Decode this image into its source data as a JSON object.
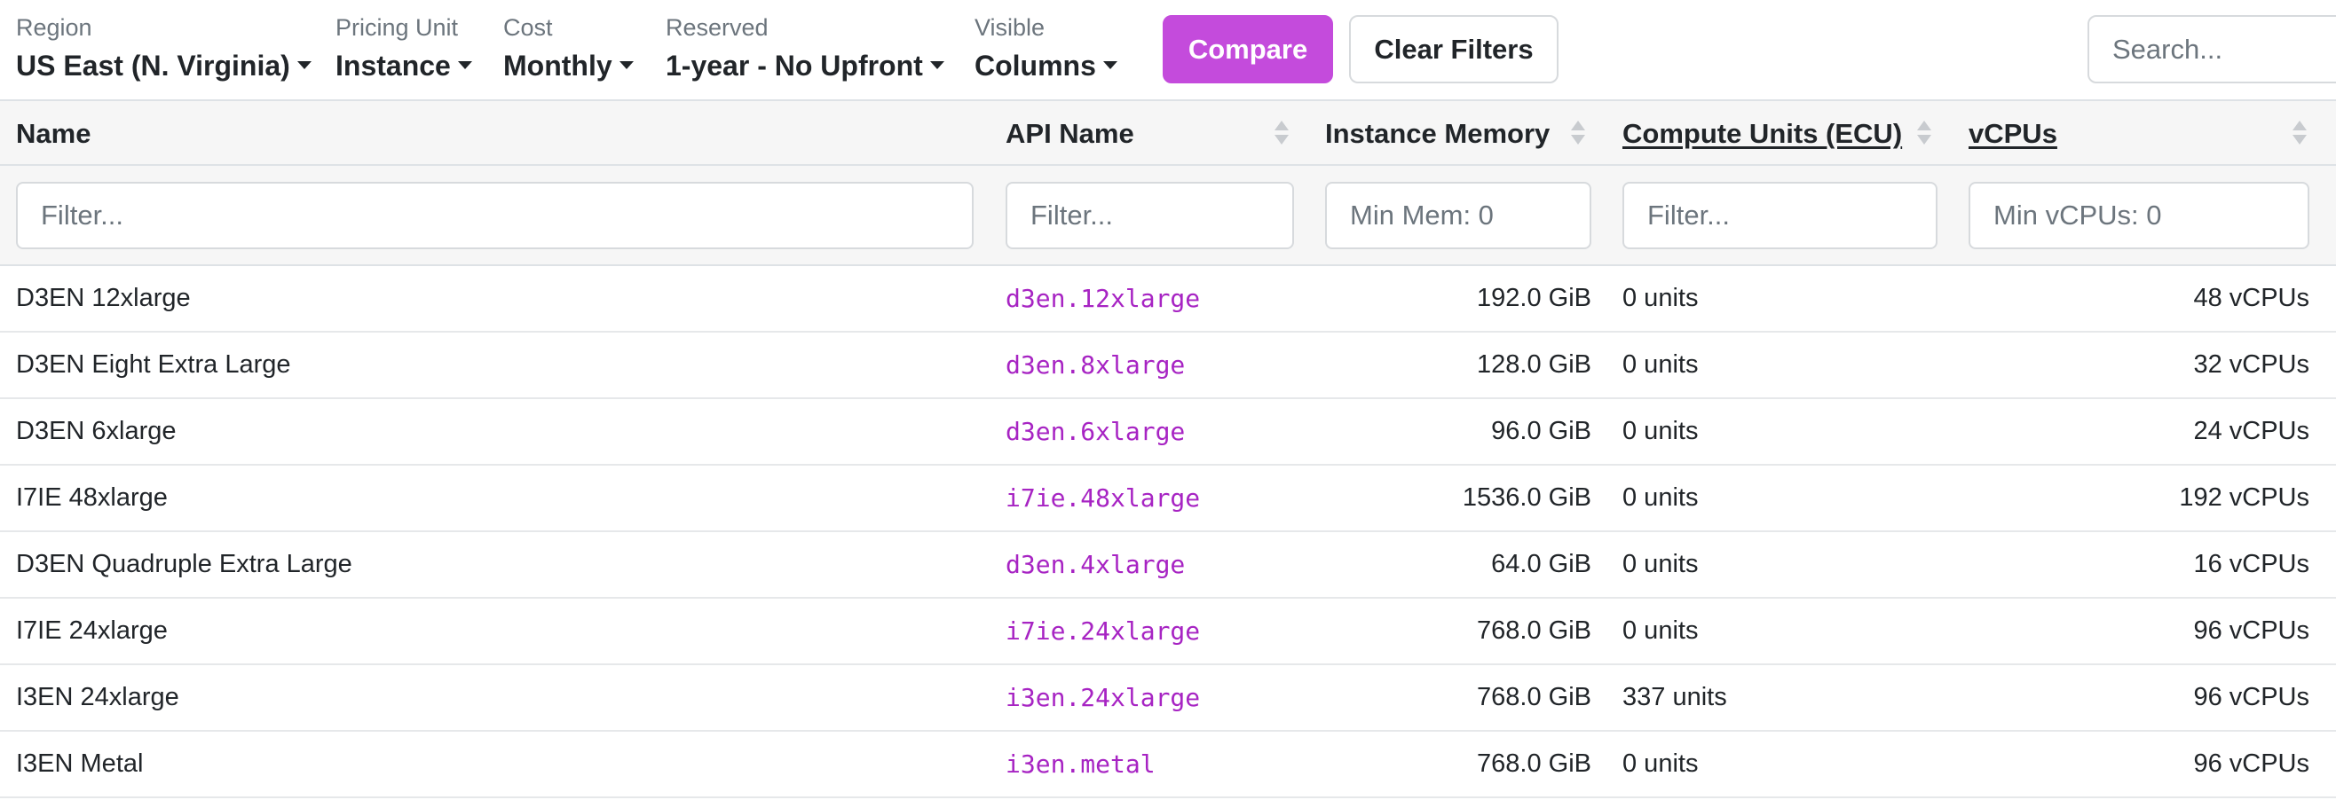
{
  "toolbar": {
    "filters": [
      {
        "label": "Region",
        "value": "US East (N. Virginia)"
      },
      {
        "label": "Pricing Unit",
        "value": "Instance"
      },
      {
        "label": "Cost",
        "value": "Monthly"
      },
      {
        "label": "Reserved",
        "value": "1-year - No Upfront"
      },
      {
        "label": "Visible",
        "value": "Columns"
      }
    ],
    "compare_label": "Compare",
    "clear_label": "Clear Filters",
    "search_placeholder": "Search...",
    "accent_color": "#c44bdc"
  },
  "table": {
    "columns": [
      {
        "label": "Name",
        "sortable": false,
        "underlined": false
      },
      {
        "label": "API Name",
        "sortable": true,
        "underlined": false
      },
      {
        "label": "Instance Memory",
        "sortable": true,
        "underlined": false
      },
      {
        "label": "Compute Units (ECU)",
        "sortable": true,
        "underlined": true
      },
      {
        "label": "vCPUs",
        "sortable": true,
        "underlined": true
      }
    ],
    "filter_placeholders": [
      "Filter...",
      "Filter...",
      "Min Mem: 0",
      "Filter...",
      "Min vCPUs: 0"
    ],
    "rows": [
      {
        "name": "D3EN 12xlarge",
        "api": "d3en.12xlarge",
        "memory": "192.0 GiB",
        "ecu": "0 units",
        "vcpus": "48 vCPUs"
      },
      {
        "name": "D3EN Eight Extra Large",
        "api": "d3en.8xlarge",
        "memory": "128.0 GiB",
        "ecu": "0 units",
        "vcpus": "32 vCPUs"
      },
      {
        "name": "D3EN 6xlarge",
        "api": "d3en.6xlarge",
        "memory": "96.0 GiB",
        "ecu": "0 units",
        "vcpus": "24 vCPUs"
      },
      {
        "name": "I7IE 48xlarge",
        "api": "i7ie.48xlarge",
        "memory": "1536.0 GiB",
        "ecu": "0 units",
        "vcpus": "192 vCPUs"
      },
      {
        "name": "D3EN Quadruple Extra Large",
        "api": "d3en.4xlarge",
        "memory": "64.0 GiB",
        "ecu": "0 units",
        "vcpus": "16 vCPUs"
      },
      {
        "name": "I7IE 24xlarge",
        "api": "i7ie.24xlarge",
        "memory": "768.0 GiB",
        "ecu": "0 units",
        "vcpus": "96 vCPUs"
      },
      {
        "name": "I3EN 24xlarge",
        "api": "i3en.24xlarge",
        "memory": "768.0 GiB",
        "ecu": "337 units",
        "vcpus": "96 vCPUs"
      },
      {
        "name": "I3EN Metal",
        "api": "i3en.metal",
        "memory": "768.0 GiB",
        "ecu": "0 units",
        "vcpus": "96 vCPUs"
      }
    ]
  }
}
